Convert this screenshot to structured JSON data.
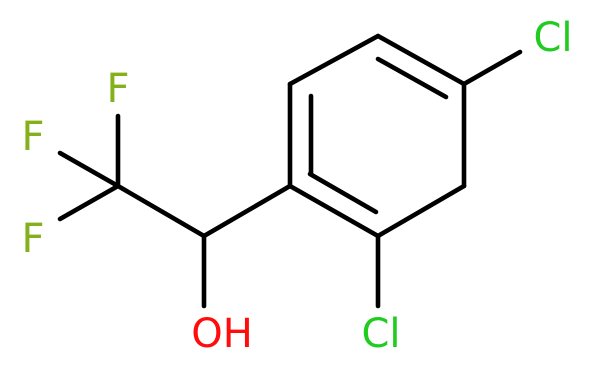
{
  "diagram": {
    "atoms": {
      "cl_para": "Cl",
      "cl_ortho": "Cl",
      "f_top": "F",
      "f_mid": "F",
      "f_bottom": "F",
      "hydroxyl": "OH"
    },
    "colors": {
      "chlorine": "#1fcc1f",
      "fluorine": "#84b01b",
      "oxygen": "#ff0d0d",
      "bond": "#000000",
      "background": "#ffffff"
    }
  }
}
